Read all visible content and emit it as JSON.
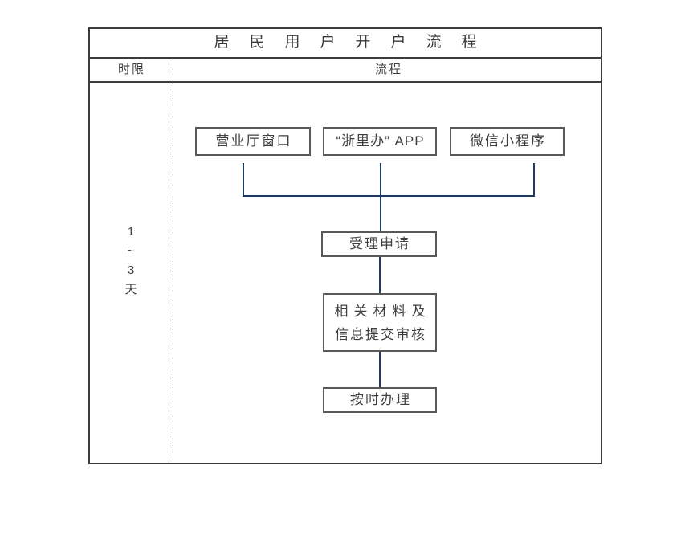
{
  "title": "居民用户开户流程",
  "header": {
    "time_column": "时限",
    "flow_column": "流程"
  },
  "time_limit": {
    "chars": [
      "1",
      "~",
      "3",
      "天"
    ]
  },
  "flow": {
    "sources": [
      {
        "label": "营业厅窗口"
      },
      {
        "label": "“浙里办” APP"
      },
      {
        "label": "微信小程序"
      }
    ],
    "steps": [
      {
        "label": "受理申请"
      },
      {
        "line1": "相关材料及",
        "line2": "信息提交审核"
      },
      {
        "label": "按时办理"
      }
    ]
  },
  "colors": {
    "connector_line": "#1d3a5f",
    "node_border": "#595959",
    "frame_border": "#3c3c3c",
    "text": "#3f3f3f",
    "background": "#ffffff"
  }
}
